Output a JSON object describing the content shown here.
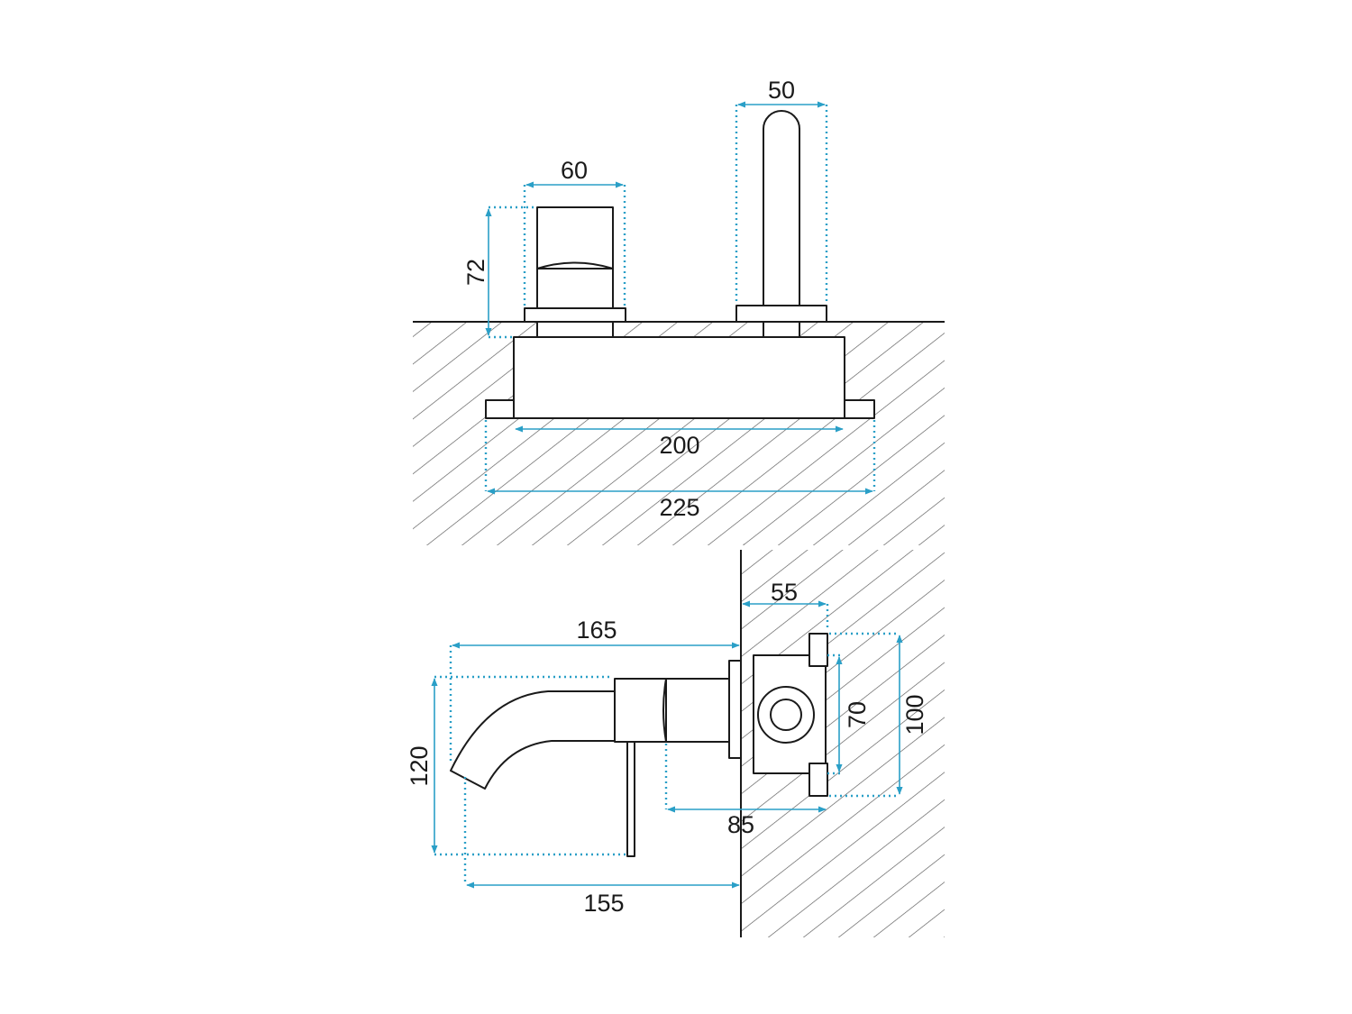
{
  "colors": {
    "dimension": "#2a9fc7",
    "outline": "#1a1a1a",
    "hatch": "#555555",
    "background": "#ffffff"
  },
  "front_view": {
    "handle_width": "60",
    "spout_width": "50",
    "handle_height": "72",
    "box_width": "200",
    "plate_width": "225"
  },
  "side_view": {
    "spout_reach_total": "165",
    "wall_depth": "55",
    "spout_height": "120",
    "box_inner_height": "70",
    "box_outer_height": "100",
    "body_depth": "85",
    "spout_reach": "155"
  }
}
